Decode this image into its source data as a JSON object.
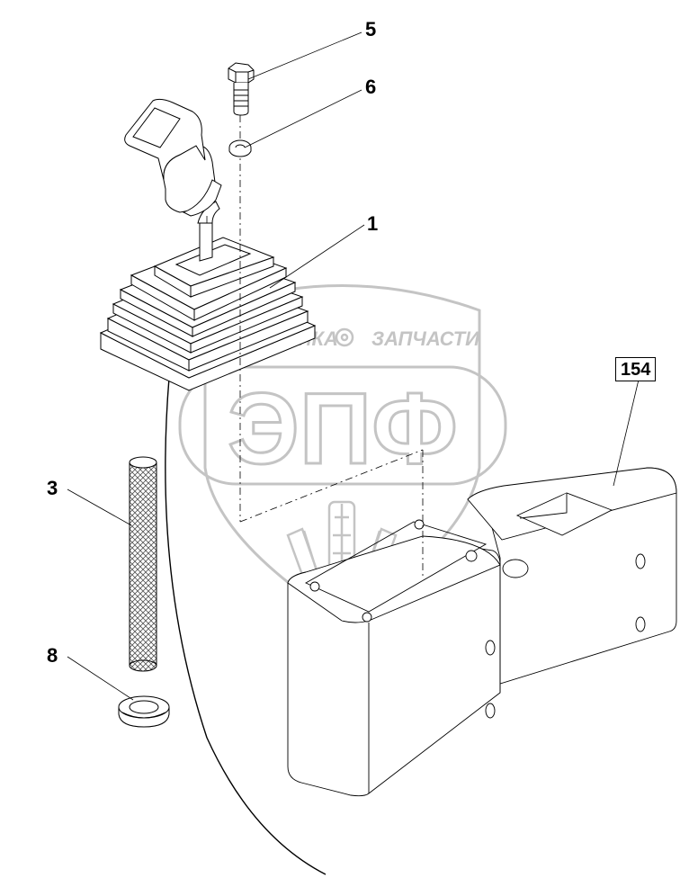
{
  "callouts": {
    "lever": "1",
    "bolt": "5",
    "washer": "6",
    "sleeve": "3",
    "grommet": "8",
    "console": "154"
  },
  "watermark": {
    "top_left": "ТЕХНИКА",
    "top_right": "ЗАПЧАСТИ",
    "logo": "ЭПФ"
  },
  "colors": {
    "line": "#000000",
    "watermark": "#bdbdbd",
    "paper": "#ffffff"
  }
}
